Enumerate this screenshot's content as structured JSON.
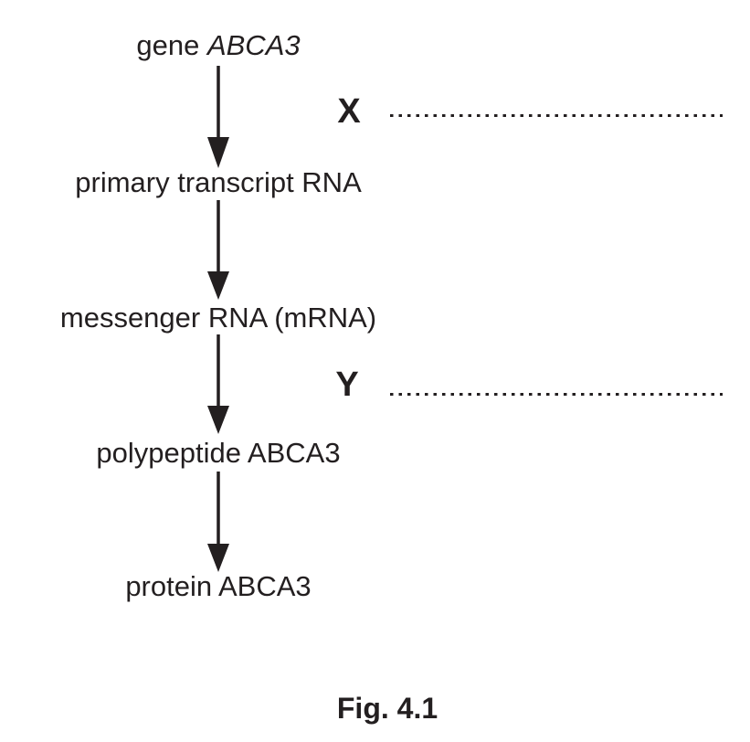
{
  "page": {
    "background": "#ffffff",
    "ink": "#231f20"
  },
  "diagram": {
    "nodes": {
      "gene_prefix": "gene ",
      "gene_symbol": "ABCA3",
      "primary_transcript": "primary transcript RNA",
      "mrna": "messenger RNA (mRNA)",
      "polypeptide": "polypeptide ABCA3",
      "protein": "protein ABCA3"
    },
    "process_labels": {
      "x": "X",
      "y": "Y"
    },
    "caption": "Fig. 4.1"
  }
}
